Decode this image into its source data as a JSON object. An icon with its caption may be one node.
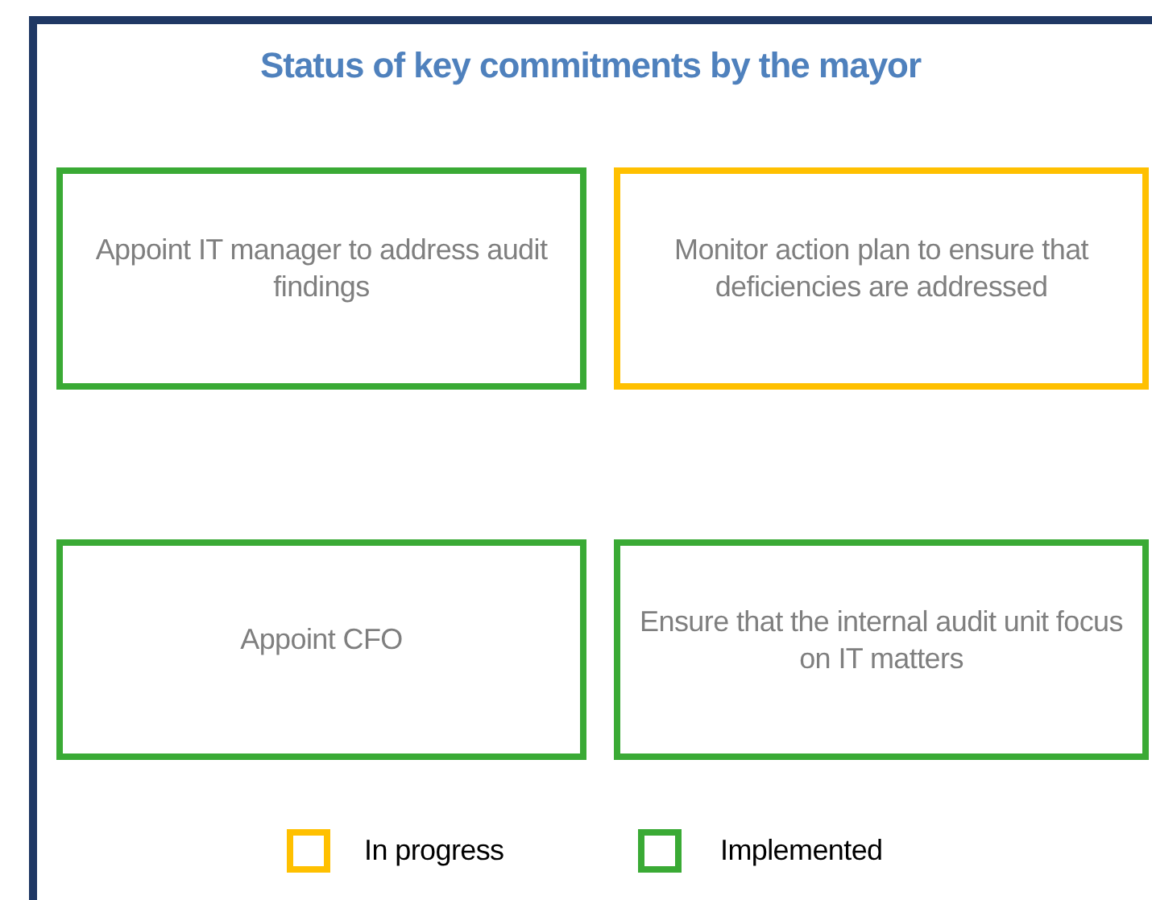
{
  "diagram": {
    "title": "Status of key commitments by the mayor",
    "nodes": [
      {
        "text": [
          "Appoint IT manager to address audit findings"
        ]
      },
      {
        "text": [
          "Monitor action plan to ensure that deficiencies are addressed"
        ]
      },
      {
        "text": [
          "Appoint CFO"
        ]
      },
      {
        "text": [
          "Ensure that the internal audit unit focus on IT matters"
        ]
      }
    ],
    "legend": [
      {
        "text": "In progress",
        "color": "#ffc000"
      },
      {
        "text": "Implemented",
        "color": "#3aaa35"
      }
    ]
  }
}
